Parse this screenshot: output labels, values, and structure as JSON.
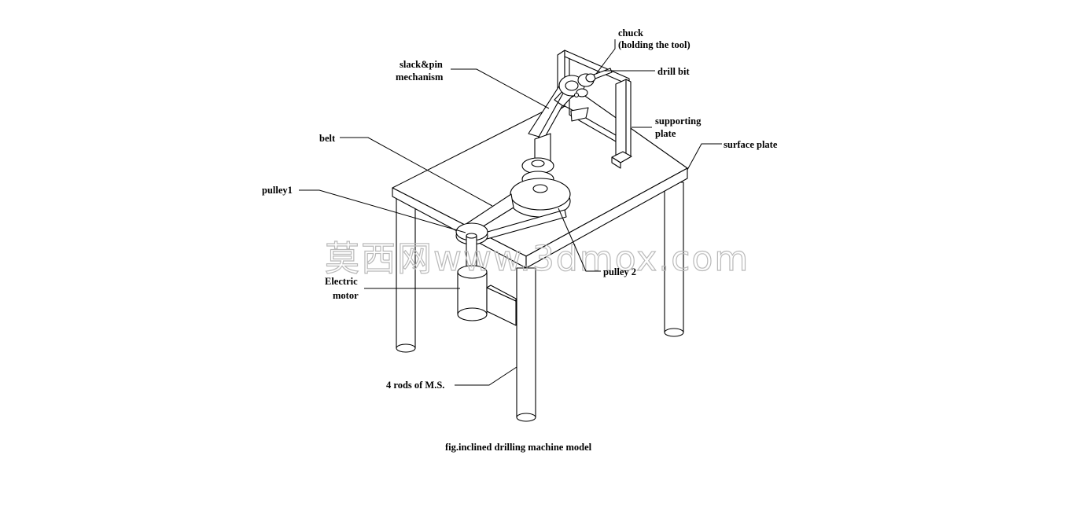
{
  "diagram": {
    "labels": {
      "chuck": "chuck",
      "chuck_sub": "(holding the tool)",
      "slack_pin_1": "slack&pin",
      "slack_pin_2": "mechanism",
      "drill_bit": "drill bit",
      "supporting_1": "supporting",
      "supporting_2": "plate",
      "belt": "belt",
      "surface_plate": "surface plate",
      "pulley1": "pulley1",
      "pulley2": "pulley 2",
      "motor_1": "Electric",
      "motor_2": "motor",
      "rods": "4 rods of M.S."
    },
    "caption": "fig.inclined drilling machine model",
    "watermark": "莫西网www.3dmox.com"
  },
  "colors": {
    "line": "#000000",
    "background": "#ffffff",
    "watermark": "#b9b9b9"
  }
}
